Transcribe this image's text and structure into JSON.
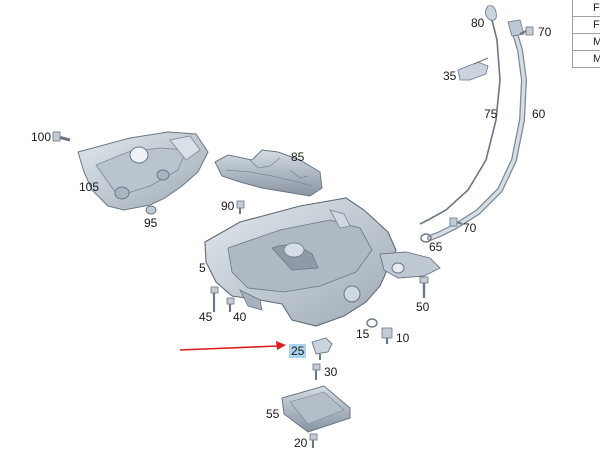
{
  "labels": {
    "p5": "5",
    "p10": "10",
    "p15": "15",
    "p20": "20",
    "p25": "25",
    "p30": "30",
    "p35": "35",
    "p40": "40",
    "p45": "45",
    "p50": "50",
    "p55": "55",
    "p60": "60",
    "p65": "65",
    "p70a": "70",
    "p70b": "70",
    "p75": "75",
    "p80": "80",
    "p85": "85",
    "p90": "90",
    "p95": "95",
    "p100": "100",
    "p105": "105"
  },
  "legend_rows": [
    "F",
    "F",
    "M",
    "M"
  ],
  "highlighted_part": "25",
  "colors": {
    "part_fill": "#c9d3dd",
    "part_stroke": "#6b7785",
    "part_dark": "#8e9aa6",
    "arrow": "#e01e1e",
    "highlight": "#a8d4f0"
  }
}
